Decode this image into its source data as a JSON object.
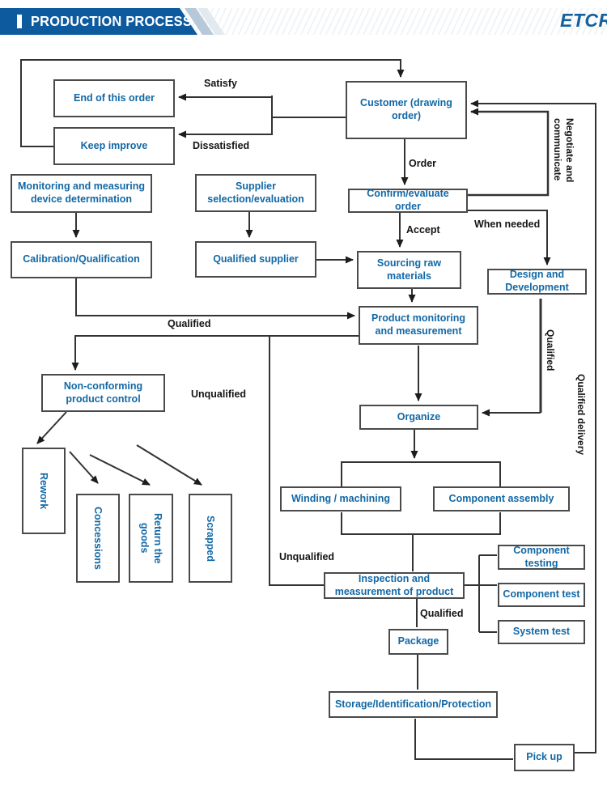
{
  "header": {
    "title": "PRODUCTION PROCESS",
    "logo": "ETCR",
    "banner_color": "#0d5a9e",
    "logo_color": "#15619f"
  },
  "colors": {
    "node_text": "#1268a5",
    "node_border": "#4a4a4a",
    "connector": "#333333",
    "label_text": "#141414"
  },
  "nodes": {
    "end_order": "End of this order",
    "keep_improve": "Keep improve",
    "customer": "Customer (drawing order)",
    "confirm": "Confirm/evaluate order",
    "monitoring_device": "Monitoring and measuring device determination",
    "supplier_selection": "Supplier selection/evaluation",
    "calibration": "Calibration/Qualification",
    "qualified_supplier": "Qualified supplier",
    "sourcing": "Sourcing raw materials",
    "design_dev": "Design and Development",
    "product_monitoring": "Product monitoring and measurement",
    "non_conforming": "Non-conforming product control",
    "organize": "Organize",
    "rework": "Rework",
    "concessions": "Concessions",
    "return_goods": "Return the goods",
    "scrapped": "Scrapped",
    "winding": "Winding / machining",
    "component_assembly": "Component assembly",
    "inspection": "Inspection and measurement of product",
    "component_testing": "Component testing",
    "component_test": "Component test",
    "system_test": "System test",
    "package": "Package",
    "storage": "Storage/Identification/Protection",
    "pickup": "Pick up"
  },
  "labels": {
    "satisfy": "Satisfy",
    "dissatisfied": "Dissatisfied",
    "order": "Order",
    "negotiate": "Negotiate and communicate",
    "when_needed": "When needed",
    "accept": "Accept",
    "qualified_calibration": "Qualified",
    "unqualified_monitoring": "Unqualified",
    "qualified_design": "Qualified",
    "qualified_delivery": "Qualified delivery",
    "unqualified_inspection": "Unqualified",
    "qualified_inspection": "Qualified"
  }
}
